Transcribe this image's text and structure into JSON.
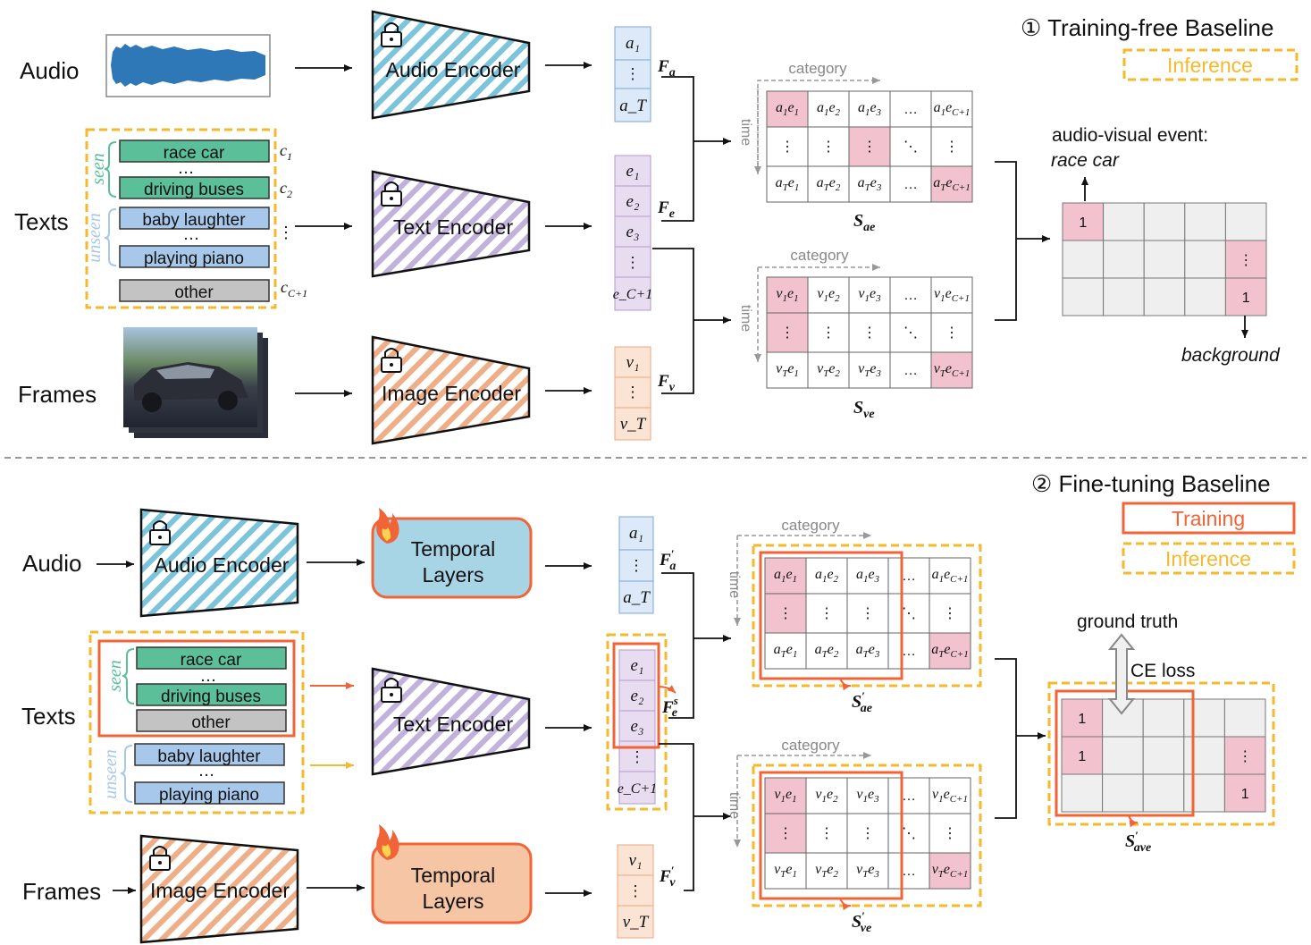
{
  "panel1": {
    "title": "① Training-free Baseline",
    "legend_inference": "Inference"
  },
  "panel2": {
    "title": "② Fine-tuning Baseline",
    "legend_training": "Training",
    "legend_inference": "Inference"
  },
  "inputs": {
    "audio": "Audio",
    "texts": "Texts",
    "frames": "Frames"
  },
  "encoders": {
    "audio": "Audio Encoder",
    "text": "Text Encoder",
    "image": "Image  Encoder"
  },
  "temporal_layers": [
    "Temporal",
    "Layers"
  ],
  "text_classes": {
    "seen_label": "seen",
    "unseen_label": "unseen",
    "race_car": "race car",
    "driving_buses": "driving buses",
    "baby_laughter": "baby laughter",
    "playing_piano": "playing piano",
    "other": "other",
    "dots": "…",
    "vdots": "⋮",
    "c1": "c",
    "c1_sub": "1",
    "c2": "c",
    "c2_sub": "2",
    "cC1": "c",
    "cC1_sub": "C+1"
  },
  "features": {
    "a": [
      "a₁",
      "⋮",
      "a_T"
    ],
    "e": [
      "e₁",
      "e₂",
      "e₃",
      "⋮",
      "e_C+1"
    ],
    "v": [
      "v₁",
      "⋮",
      "v_T"
    ],
    "Fa": "F",
    "Fa_sub": "a",
    "Fe": "F",
    "Fe_sub": "e",
    "Fv": "F",
    "Fv_sub": "v",
    "Fes_sup": "s"
  },
  "matrices": {
    "axis_category": "category",
    "axis_time": "time",
    "S_ae": "S",
    "S_ae_sub": "ae",
    "S_ve": "S",
    "S_ve_sub": "ve",
    "S_ave_sub": "ave",
    "dots_h": "…",
    "dots_v": "⋮",
    "dots_d": "⋱"
  },
  "output1": {
    "event_label": "audio-visual event:",
    "event_value": "race car",
    "background": "background",
    "one": "1"
  },
  "output2": {
    "ground_truth": "ground truth",
    "ce_loss": "CE loss",
    "one": "1"
  },
  "colors": {
    "yellow": "#f5b92e",
    "orange": "#f06438",
    "pink": "#f2c3cf",
    "teal": "#5bbf9a",
    "blue": "#a7c8eb",
    "grey": "#c3c3c3",
    "audio_stripe": "#7cc4db",
    "text_stripe": "#b7a6d8",
    "image_stripe": "#ecaa85",
    "temporal_blue": "#a8d5e6",
    "temporal_orange": "#f6c6a4"
  }
}
